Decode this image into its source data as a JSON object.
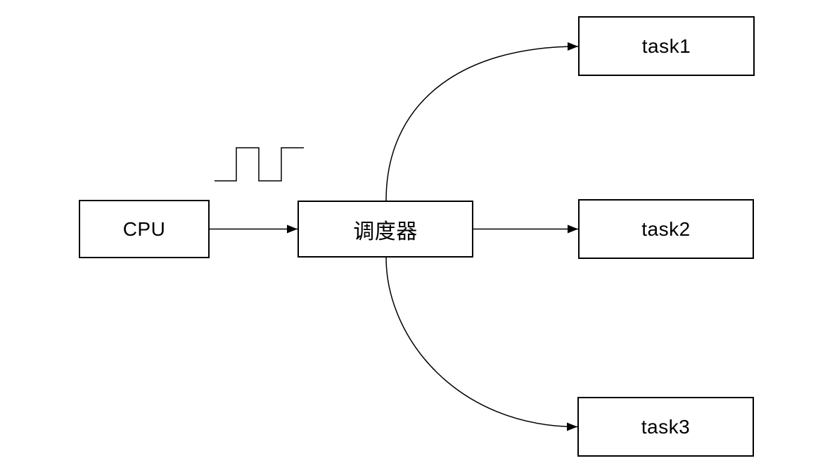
{
  "diagram": {
    "title": "CPU scheduler task dispatch diagram",
    "background_color": "#ffffff",
    "line_color": "#000000",
    "text_color": "#000000",
    "nodes": {
      "cpu": {
        "label": "CPU"
      },
      "scheduler": {
        "label": "调度器"
      },
      "task1": {
        "label": "task1"
      },
      "task2": {
        "label": "task2"
      },
      "task3": {
        "label": "task3"
      }
    },
    "edges": [
      {
        "from": "CPU",
        "to": "调度器",
        "style": "straight-arrow"
      },
      {
        "from": "调度器",
        "to": "task1",
        "style": "curved-arrow"
      },
      {
        "from": "调度器",
        "to": "task2",
        "style": "straight-arrow"
      },
      {
        "from": "调度器",
        "to": "task3",
        "style": "curved-arrow"
      }
    ],
    "clock_signal": {
      "name": "clock-square-wave",
      "cycles_shown": 2,
      "position": "above arrow between CPU and 调度器"
    }
  }
}
